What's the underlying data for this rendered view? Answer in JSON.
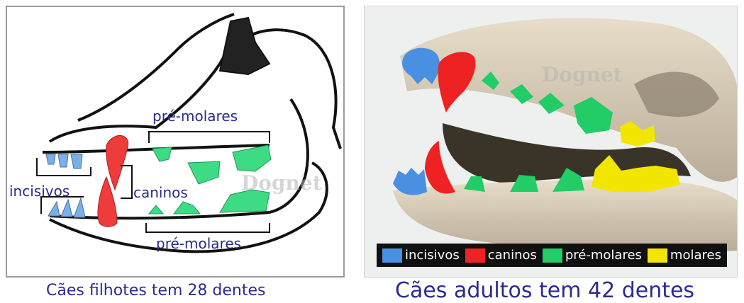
{
  "puppy": {
    "labels": {
      "premolars_top": "pré-molares",
      "premolars_bottom": "pré-molares",
      "incisors": "incisivos",
      "canines": "caninos"
    },
    "watermark": "Dognet",
    "caption": "Cães filhotes tem 28 dentes"
  },
  "adult": {
    "watermark": "Dognet",
    "legend": [
      {
        "label": "incisivos",
        "color": "#4a90e2"
      },
      {
        "label": "caninos",
        "color": "#ee2222"
      },
      {
        "label": "pré-molares",
        "color": "#22cc66"
      },
      {
        "label": "molares",
        "color": "#f2e600"
      }
    ],
    "caption": "Cães adultos tem 42 dentes"
  },
  "colors": {
    "incisor": "#7ab0e8",
    "canine": "#ee3b3b",
    "premolar": "#3ddc84",
    "molar": "#f2e600",
    "caption_text": "#2b2b8f"
  }
}
